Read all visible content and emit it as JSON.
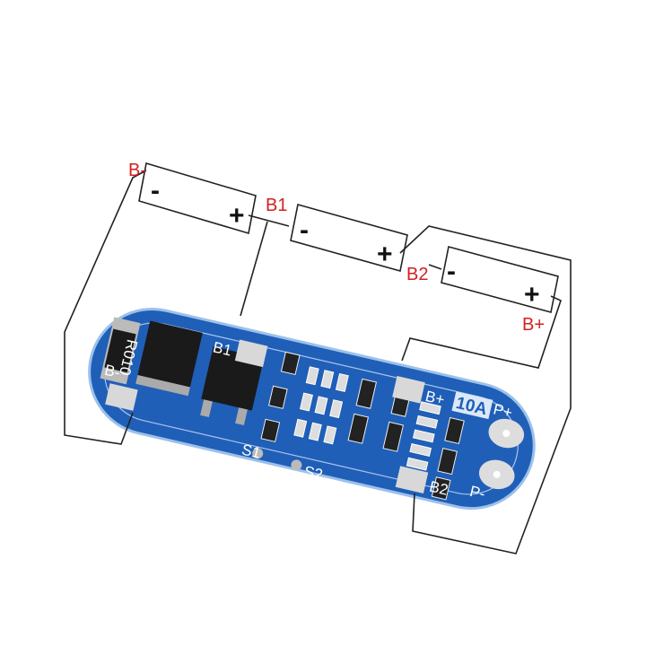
{
  "diagram": {
    "terminal_labels": {
      "b_minus": "B-",
      "b1": "B1",
      "b2": "B2",
      "b_plus": "B+"
    },
    "cells": [
      {
        "minus": "-",
        "plus": "+"
      },
      {
        "minus": "-",
        "plus": "+"
      },
      {
        "minus": "-",
        "plus": "+"
      }
    ],
    "board": {
      "silkscreen": {
        "b1": "B1",
        "b_minus": "B-",
        "b_plus": "B+",
        "current": "10A",
        "p_plus": "P+",
        "p_minus": "P-",
        "b2": "B2",
        "s1": "S1",
        "s2": "S2",
        "shunt": "R010"
      },
      "colors": {
        "pcb": "#1f5fb8",
        "pad": "#d8d8d8",
        "label_accent": "#d42020"
      }
    }
  }
}
